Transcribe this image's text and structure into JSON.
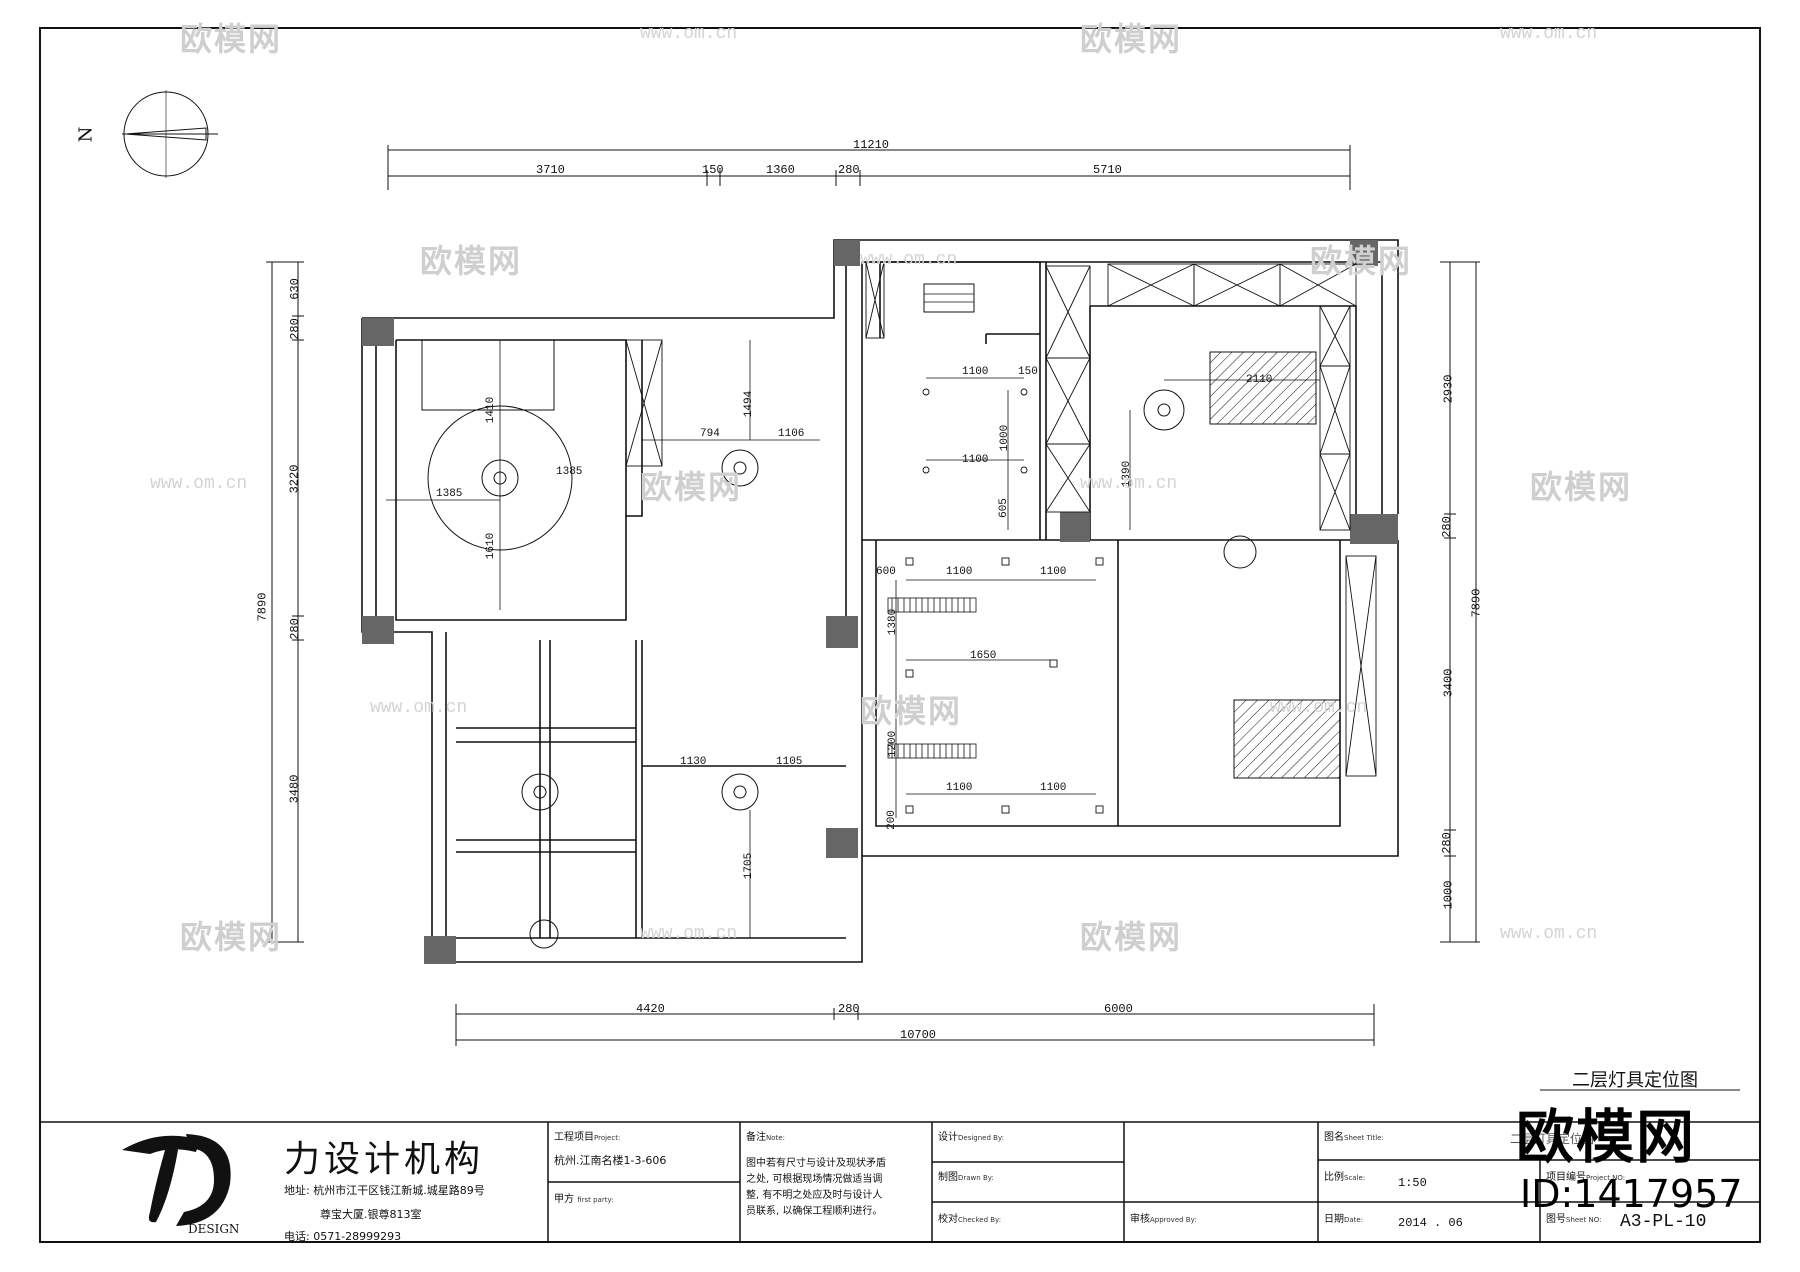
{
  "drawing": {
    "north_label": "N",
    "title": "二层灯具定位图",
    "top_dims": {
      "overall": "11210",
      "segments": [
        "3710",
        "150",
        "1360",
        "280",
        "5710"
      ]
    },
    "bottom_dims": {
      "overall": "10700",
      "segments": [
        "4420",
        "280",
        "6000"
      ]
    },
    "left_dims": {
      "overall": "7890",
      "segments": [
        "630",
        "280",
        "3220",
        "280",
        "3480"
      ]
    },
    "right_dims": {
      "overall": "7890",
      "segments": [
        "2930",
        "280",
        "3400",
        "280",
        "1000"
      ]
    },
    "interior_dims": [
      "1385",
      "1410",
      "1385",
      "1610",
      "794",
      "1106",
      "1494",
      "1100",
      "150",
      "1000",
      "1100",
      "605",
      "2110",
      "1390",
      "600",
      "1100",
      "1100",
      "1380",
      "1650",
      "1200",
      "1100",
      "1100",
      "200",
      "1130",
      "1105",
      "1705"
    ]
  },
  "title_block": {
    "firm_name": "力设计机构",
    "logo_sub": "DESIGN",
    "address_line1": "地址: 杭州市江干区钱江新城.城星路89号",
    "address_line2": "尊宝大厦.银尊813室",
    "phone": "电话: 0571-28999293",
    "project_label": "工程项目",
    "project_label_en": "Project:",
    "project_value": "杭州.江南名楼1-3-606",
    "party_label": "甲方",
    "party_label_en": "first party:",
    "note_label": "备注",
    "note_label_en": "Note:",
    "note_text": [
      "图中若有尺寸与设计及现状矛盾",
      "之处, 可根据现场情况做适当调",
      "整, 有不明之处应及时与设计人",
      "员联系, 以确保工程顺利进行。"
    ],
    "design_label": "设计",
    "design_label_en": "Designed By:",
    "drawn_label": "制图",
    "drawn_label_en": "Drawn By:",
    "checked_label": "校对",
    "checked_label_en": "Checked By:",
    "approved_label": "审核",
    "approved_label_en": "Approved By:",
    "sheet_title_label": "图名",
    "sheet_title_label_en": "Sheet Title:",
    "sheet_title_value": "二层灯具定位图",
    "scale_label": "比例",
    "scale_label_en": "Scale:",
    "scale_value": "1:50",
    "date_label": "日期",
    "date_label_en": "Date:",
    "date_value": "2014 . 06",
    "project_no_label": "项目编号",
    "project_no_label_en": "Project NO:",
    "sheet_no_label": "图号",
    "sheet_no_label_en": "Sheet NO:",
    "sheet_no_value": "A3-PL-10"
  },
  "watermark": {
    "brand": "欧模网",
    "url": "www.om.cn",
    "id": "ID:1417957"
  }
}
